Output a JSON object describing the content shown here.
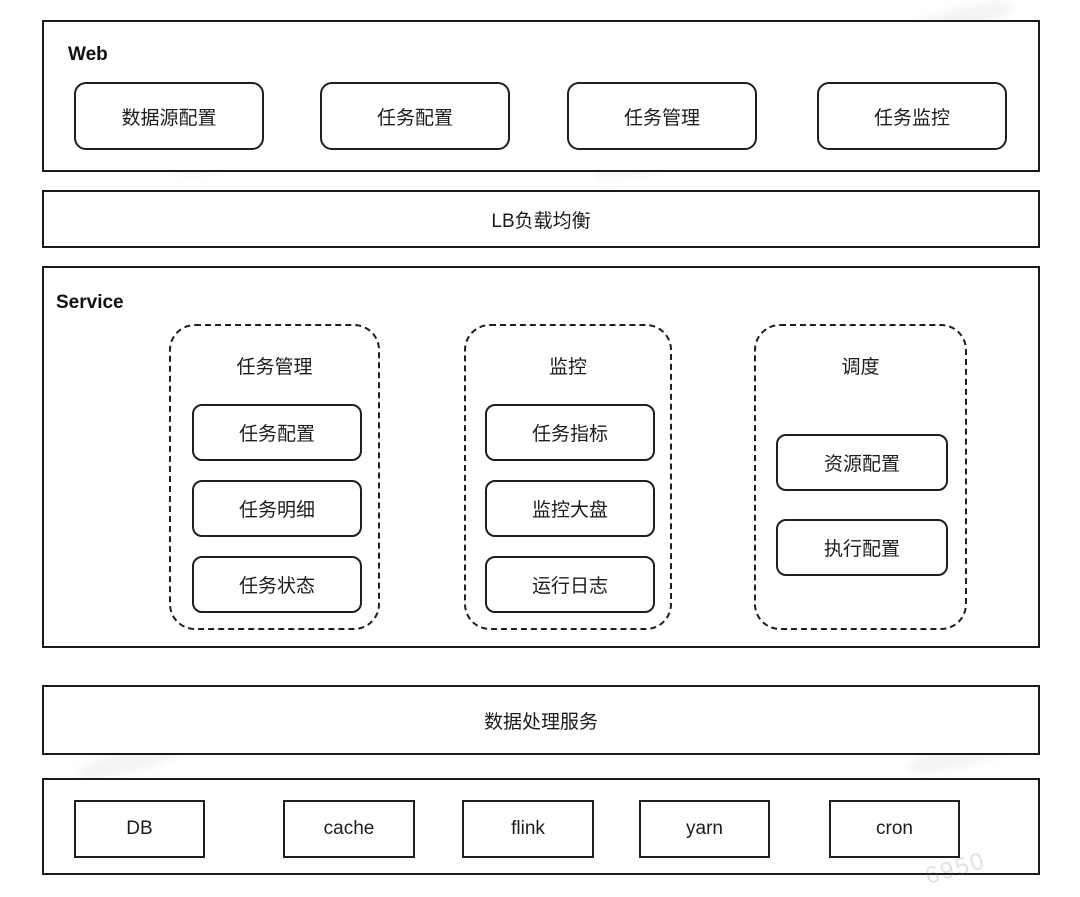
{
  "web": {
    "title": "Web",
    "boxes": [
      {
        "label": "数据源配置"
      },
      {
        "label": "任务配置"
      },
      {
        "label": "任务管理"
      },
      {
        "label": "任务监控"
      }
    ]
  },
  "lb": {
    "label": "LB负载均衡"
  },
  "service": {
    "title": "Service",
    "groups": [
      {
        "title": "任务管理",
        "items": [
          "任务配置",
          "任务明细",
          "任务状态"
        ]
      },
      {
        "title": "监控",
        "items": [
          "任务指标",
          "监控大盘",
          "运行日志"
        ]
      },
      {
        "title": "调度",
        "items": [
          "资源配置",
          "执行配置"
        ]
      }
    ]
  },
  "data_layer": {
    "label": "数据处理服务"
  },
  "infra": {
    "boxes": [
      "DB",
      "cache",
      "flink",
      "yarn",
      "cron"
    ]
  },
  "watermark": {
    "text": "6950"
  },
  "colors": {
    "border": "#1a1a1a",
    "background": "#ffffff",
    "text": "#1c1c1c"
  }
}
